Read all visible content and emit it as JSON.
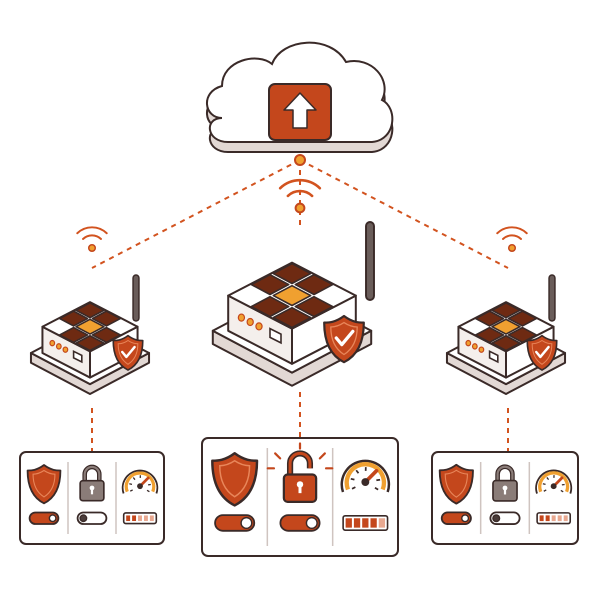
{
  "palette": {
    "accent": "#c4471c",
    "accent_light": "#f0a030",
    "dark_brown": "#6e2a12",
    "outline": "#3a2a28",
    "body": "#f4efec",
    "shadow": "#e2d8d4",
    "gray_icon": "#8a7c78",
    "signal": "#d2531f"
  },
  "cloud": {
    "icon": "upload-arrow-icon"
  },
  "routers": [
    {
      "id": "left",
      "wifi_icon": "wifi-signal-icon",
      "badge_icon": "shield-check-icon",
      "panel": {
        "shield_icon": "shield-icon",
        "lock_icon": "padlock-locked-icon",
        "gauge_icon": "speedometer-icon",
        "toggle_1_on": true,
        "toggle_2_on": false,
        "level_filled": 2,
        "level_total": 5
      }
    },
    {
      "id": "center",
      "wifi_icon": "wifi-signal-icon",
      "badge_icon": "shield-check-icon",
      "panel": {
        "shield_icon": "shield-icon",
        "lock_icon": "padlock-unlocked-icon",
        "gauge_icon": "speedometer-icon",
        "toggle_1_on": true,
        "toggle_2_on": true,
        "level_filled": 4,
        "level_total": 5
      }
    },
    {
      "id": "right",
      "wifi_icon": "wifi-signal-icon",
      "badge_icon": "shield-check-icon",
      "panel": {
        "shield_icon": "shield-icon",
        "lock_icon": "padlock-locked-icon",
        "gauge_icon": "speedometer-icon",
        "toggle_1_on": true,
        "toggle_2_on": false,
        "level_filled": 2,
        "level_total": 5
      }
    }
  ]
}
